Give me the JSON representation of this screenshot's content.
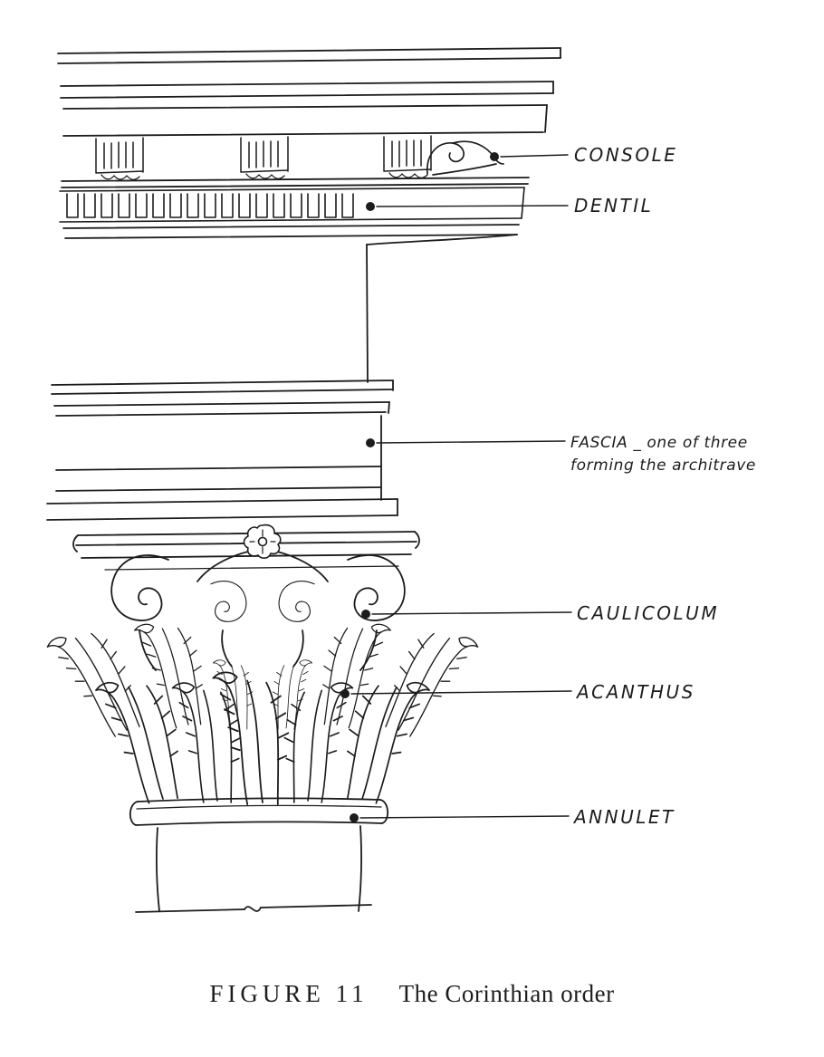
{
  "page": {
    "background_color": "#ffffff",
    "ink_color": "#1c1c1c"
  },
  "annotations": {
    "console": {
      "label": "CONSOLE"
    },
    "dentil": {
      "label": "DENTIL"
    },
    "fascia": {
      "label": "FASCIA _ one of three",
      "label_line2": "forming the architrave"
    },
    "caulicolum": {
      "label": "CAULICOLUM"
    },
    "acanthus": {
      "label": "ACANTHUS"
    },
    "annulet": {
      "label": "ANNULET"
    }
  },
  "figure_caption": {
    "number": "FIGURE 11",
    "title": "The Corinthian order"
  }
}
